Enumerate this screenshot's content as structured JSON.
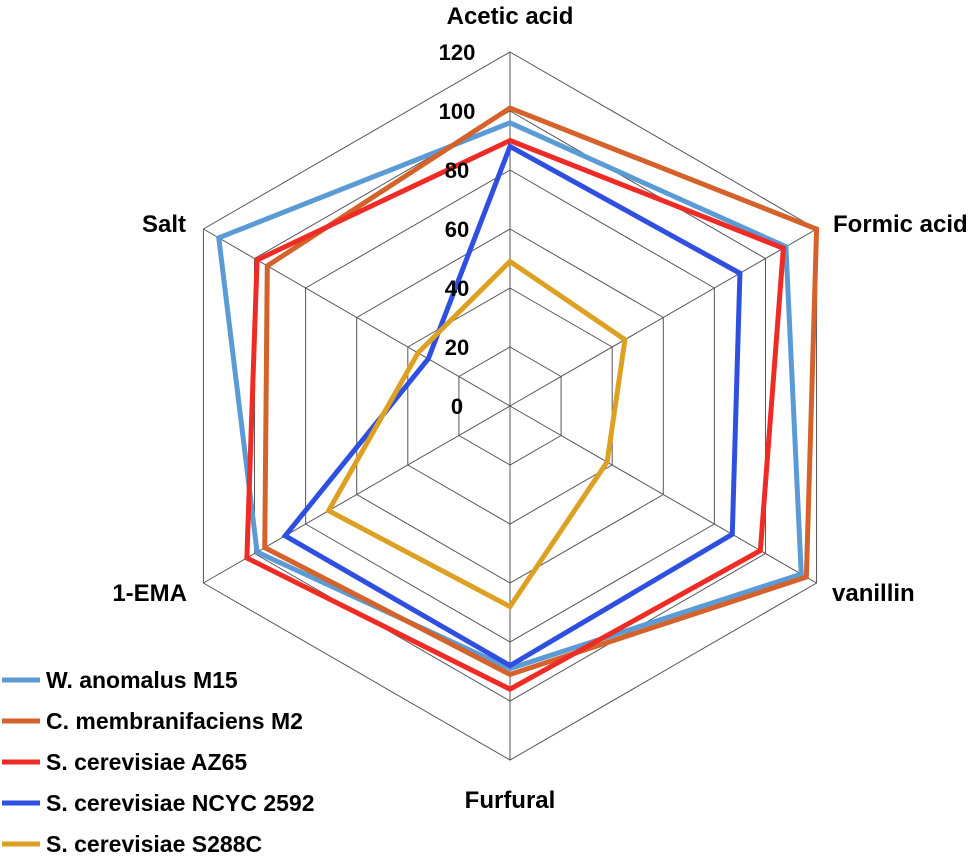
{
  "chart_data": {
    "type": "radar",
    "title": "",
    "categories": [
      "Acetic acid",
      "Formic acid",
      "vanillin",
      "Furfural",
      "1-EMA",
      "Salt"
    ],
    "radial_range": [
      0,
      120
    ],
    "radial_ticks": [
      "0",
      "20",
      "40",
      "60",
      "80",
      "100",
      "120"
    ],
    "grid": true,
    "legend_position": "bottom-left",
    "series": [
      {
        "name": "W. anomalus M15",
        "color": "#5B9BD5",
        "values": [
          96,
          108,
          114,
          89,
          99,
          114
        ]
      },
      {
        "name": "C. membranifaciens M2",
        "color": "#D4622A",
        "values": [
          101,
          120,
          116,
          91,
          96,
          95
        ]
      },
      {
        "name": "S. cerevisiae AZ65",
        "color": "#EE2B24",
        "values": [
          90,
          107,
          98,
          96,
          103,
          99
        ]
      },
      {
        "name": "S. cerevisiae NCYC 2592",
        "color": "#2F4FE0",
        "values": [
          88,
          90,
          87,
          88,
          88,
          32
        ]
      },
      {
        "name": "S. cerevisiae S288C",
        "color": "#DDA022",
        "values": [
          49,
          45,
          38,
          68,
          71,
          36
        ]
      }
    ]
  }
}
